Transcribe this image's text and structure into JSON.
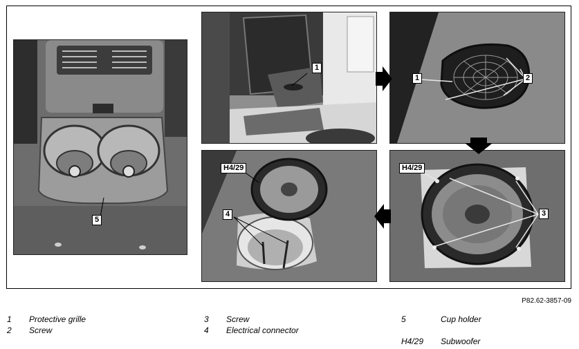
{
  "photos": {
    "cupholder": {
      "callouts": {
        "c5": "5"
      }
    },
    "interior": {
      "callouts": {
        "c1": "1"
      }
    },
    "grille": {
      "callouts": {
        "c1": "1",
        "c2": "2"
      }
    },
    "speaker_exposed": {
      "callouts": {
        "h": "H4/29",
        "c3": "3"
      }
    },
    "speaker_removed": {
      "callouts": {
        "h": "H4/29",
        "c4": "4"
      }
    }
  },
  "figure_ref": "P82.62-3857-09",
  "legend": [
    {
      "num": "1",
      "text": "Protective grille"
    },
    {
      "num": "2",
      "text": "Screw"
    },
    {
      "num": "3",
      "text": "Screw"
    },
    {
      "num": "4",
      "text": "Electrical connector"
    },
    {
      "num": "5",
      "text": "Cup holder"
    },
    {
      "num": "H4/29",
      "text": "Subwoofer"
    }
  ],
  "colors": {
    "carpet": "#6b6b6b",
    "dark": "#2a2a2a",
    "light": "#d9d9d9",
    "arrow": "#000000"
  }
}
